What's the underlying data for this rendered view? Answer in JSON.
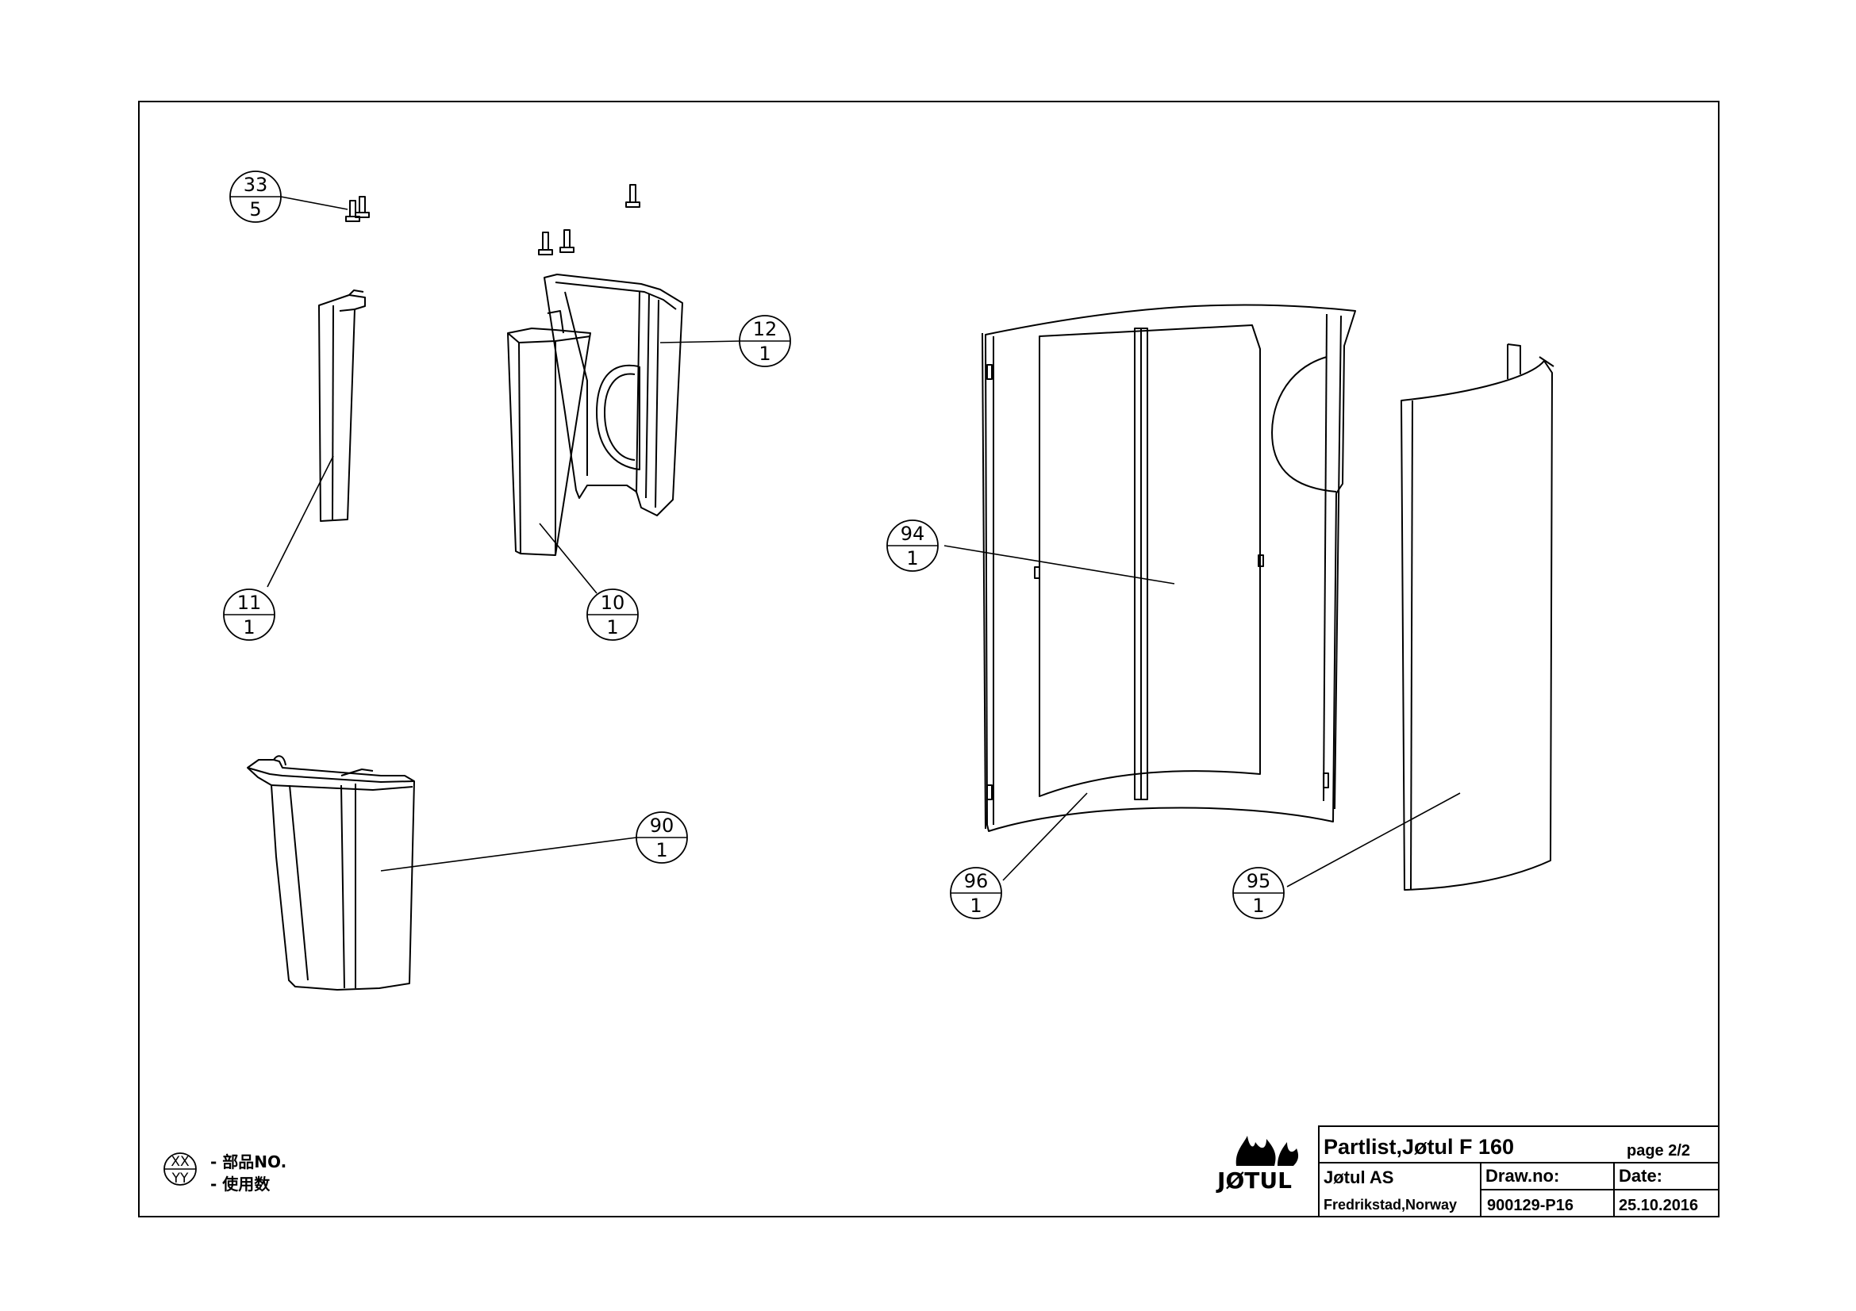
{
  "balloons": [
    {
      "part": "33",
      "qty": "5"
    },
    {
      "part": "12",
      "qty": "1"
    },
    {
      "part": "11",
      "qty": "1"
    },
    {
      "part": "10",
      "qty": "1"
    },
    {
      "part": "94",
      "qty": "1"
    },
    {
      "part": "90",
      "qty": "1"
    },
    {
      "part": "96",
      "qty": "1"
    },
    {
      "part": "95",
      "qty": "1"
    }
  ],
  "legend": {
    "top_symbol": "XX",
    "bottom_symbol": "YY",
    "top_text": "- 部品NO.",
    "bottom_text": "- 使用数"
  },
  "logo": {
    "text": "JØTUL"
  },
  "title_block": {
    "title": "Partlist,Jøtul F 160",
    "page": "page 2/2",
    "company": "Jøtul AS",
    "location": "Fredrikstad,Norway",
    "drawno_label": "Draw.no:",
    "drawno_value": "900129-P16",
    "date_label": "Date:",
    "date_value": "25.10.2016"
  }
}
